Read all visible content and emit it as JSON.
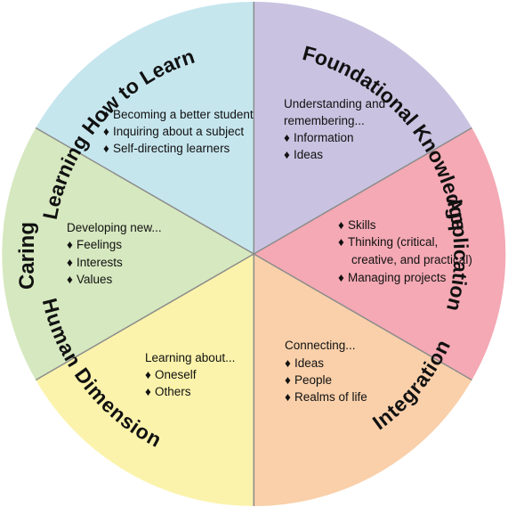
{
  "wheel": {
    "segments": [
      {
        "id": "foundational",
        "title": "Foundational Knowledge",
        "color": "#c9c3e1",
        "intro": [
          "Understanding and",
          "remembering..."
        ],
        "bullets": [
          "Information",
          "Ideas"
        ]
      },
      {
        "id": "application",
        "title": "Application",
        "color": "#f4a9b4",
        "intro": [],
        "bullets": [
          "Skills",
          "Thinking (critical,",
          "Managing projects"
        ],
        "continuation": "creative, and practical)"
      },
      {
        "id": "integration",
        "title": "Integration",
        "color": "#f9d0aa",
        "intro": [
          "Connecting..."
        ],
        "bullets": [
          "Ideas",
          "People",
          "Realms of life"
        ]
      },
      {
        "id": "human",
        "title": "Human Dimension",
        "color": "#fbf3ab",
        "intro": [
          "Learning about..."
        ],
        "bullets": [
          "Oneself",
          "Others"
        ]
      },
      {
        "id": "caring",
        "title": "Caring",
        "color": "#d6e8bf",
        "intro": [
          "Developing new..."
        ],
        "bullets": [
          "Feelings",
          "Interests",
          "Values"
        ]
      },
      {
        "id": "learning",
        "title": "Learning How to Learn",
        "color": "#c6e6ee",
        "intro": [],
        "bullets": [
          "Becoming a better student",
          "Inquiring about a subject",
          "Self-directing learners"
        ]
      }
    ],
    "bullet_glyph": "♦",
    "divider_color": "#8c8c8c"
  }
}
